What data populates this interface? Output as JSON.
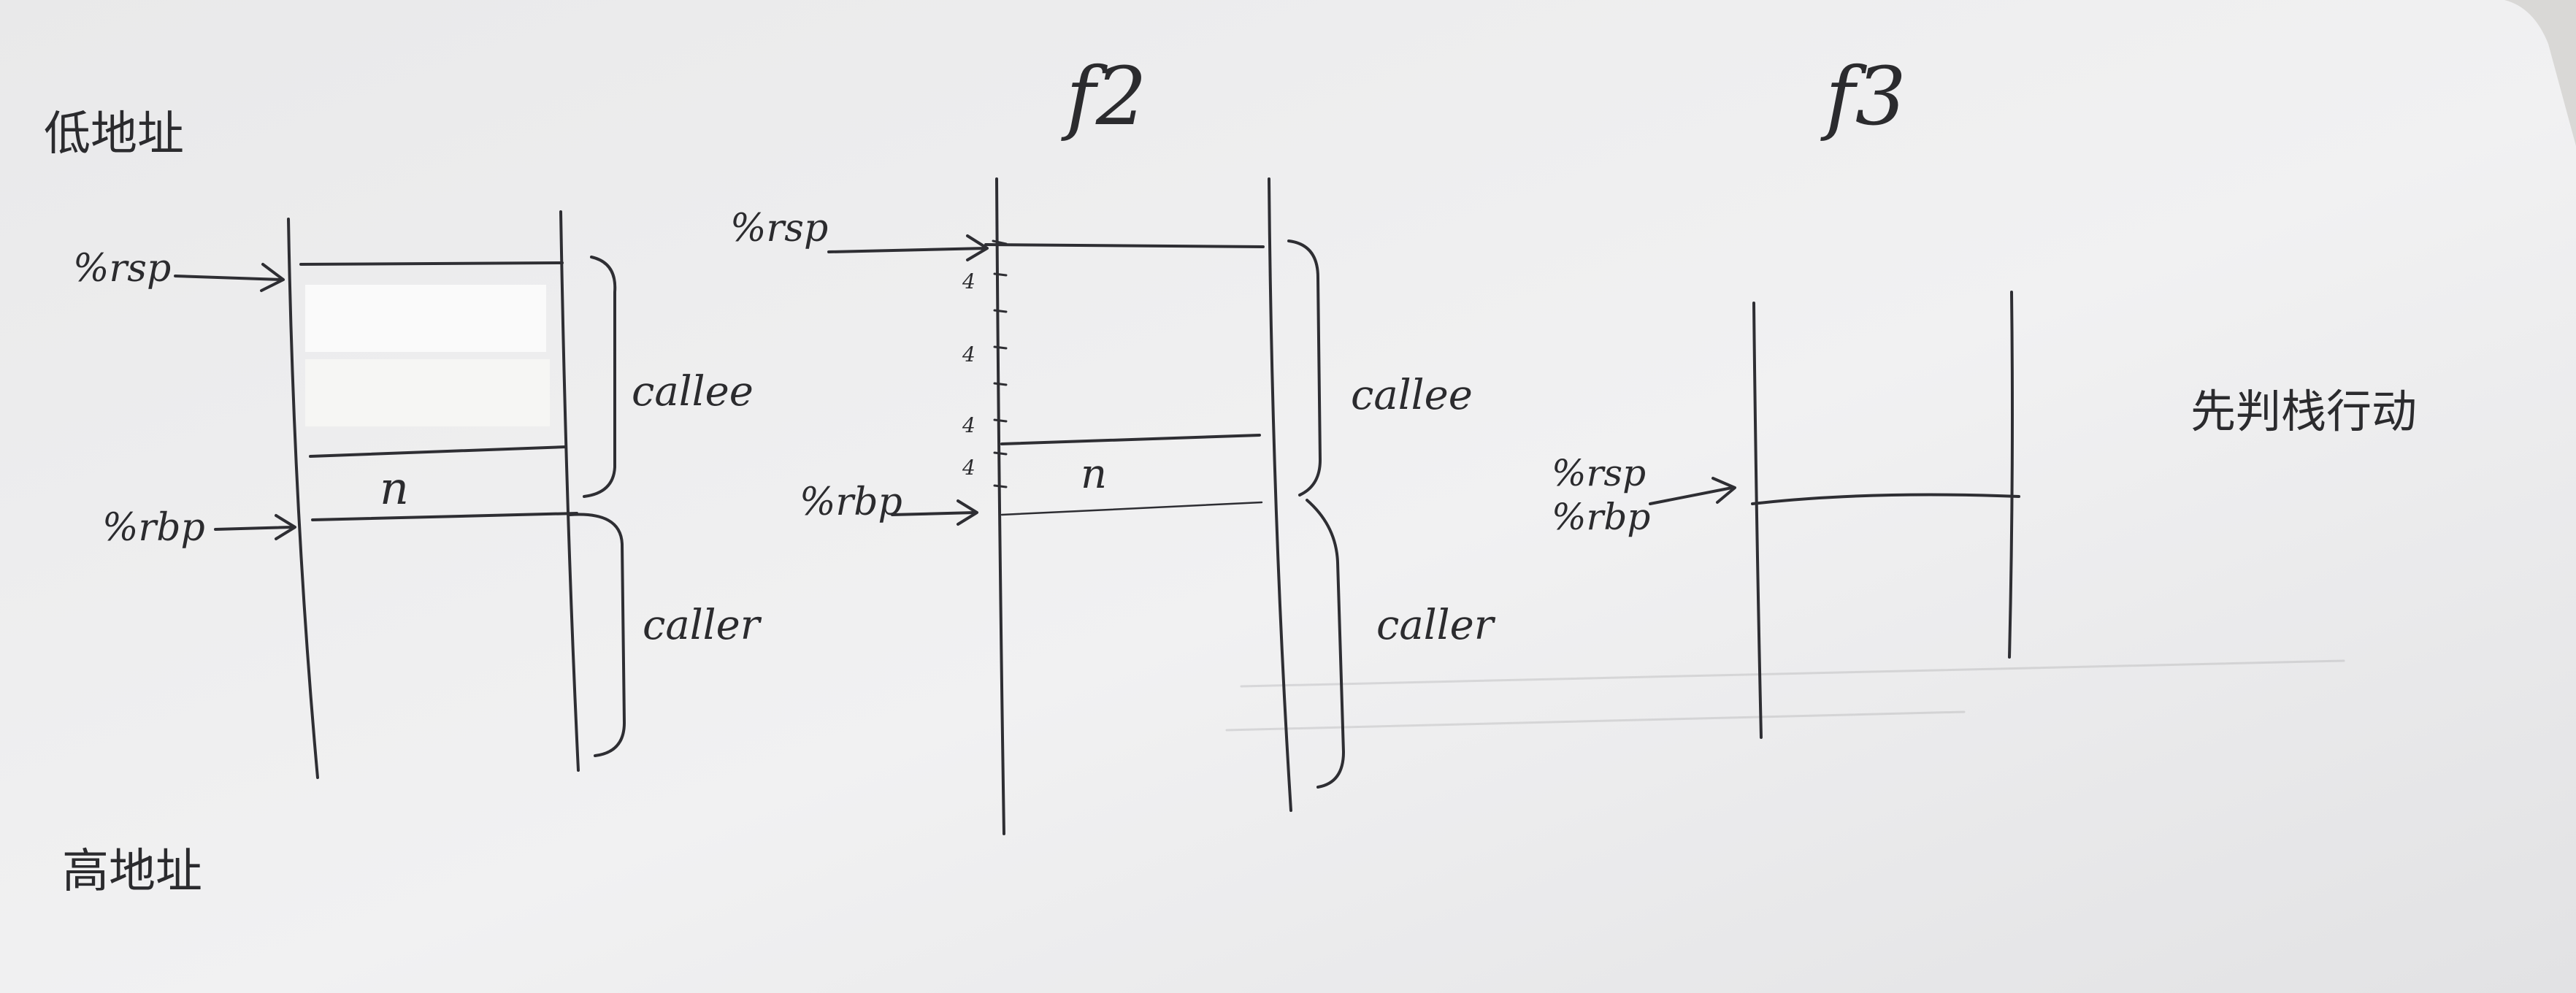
{
  "labels": {
    "low_address": "低地址",
    "high_address": "高地址",
    "right_note": "先判栈行动"
  },
  "frames": [
    {
      "title": "",
      "left_labels": [
        "%rsp",
        "%rbp"
      ],
      "cell_label": "n",
      "brackets": [
        "callee",
        "caller"
      ]
    },
    {
      "title": "f2",
      "left_labels": [
        "%rsp",
        "%rbp"
      ],
      "cell_label": "n",
      "brackets": [
        "callee",
        "caller"
      ]
    },
    {
      "title": "f3",
      "left_labels": [
        "%rsp",
        "%rbp"
      ]
    }
  ]
}
